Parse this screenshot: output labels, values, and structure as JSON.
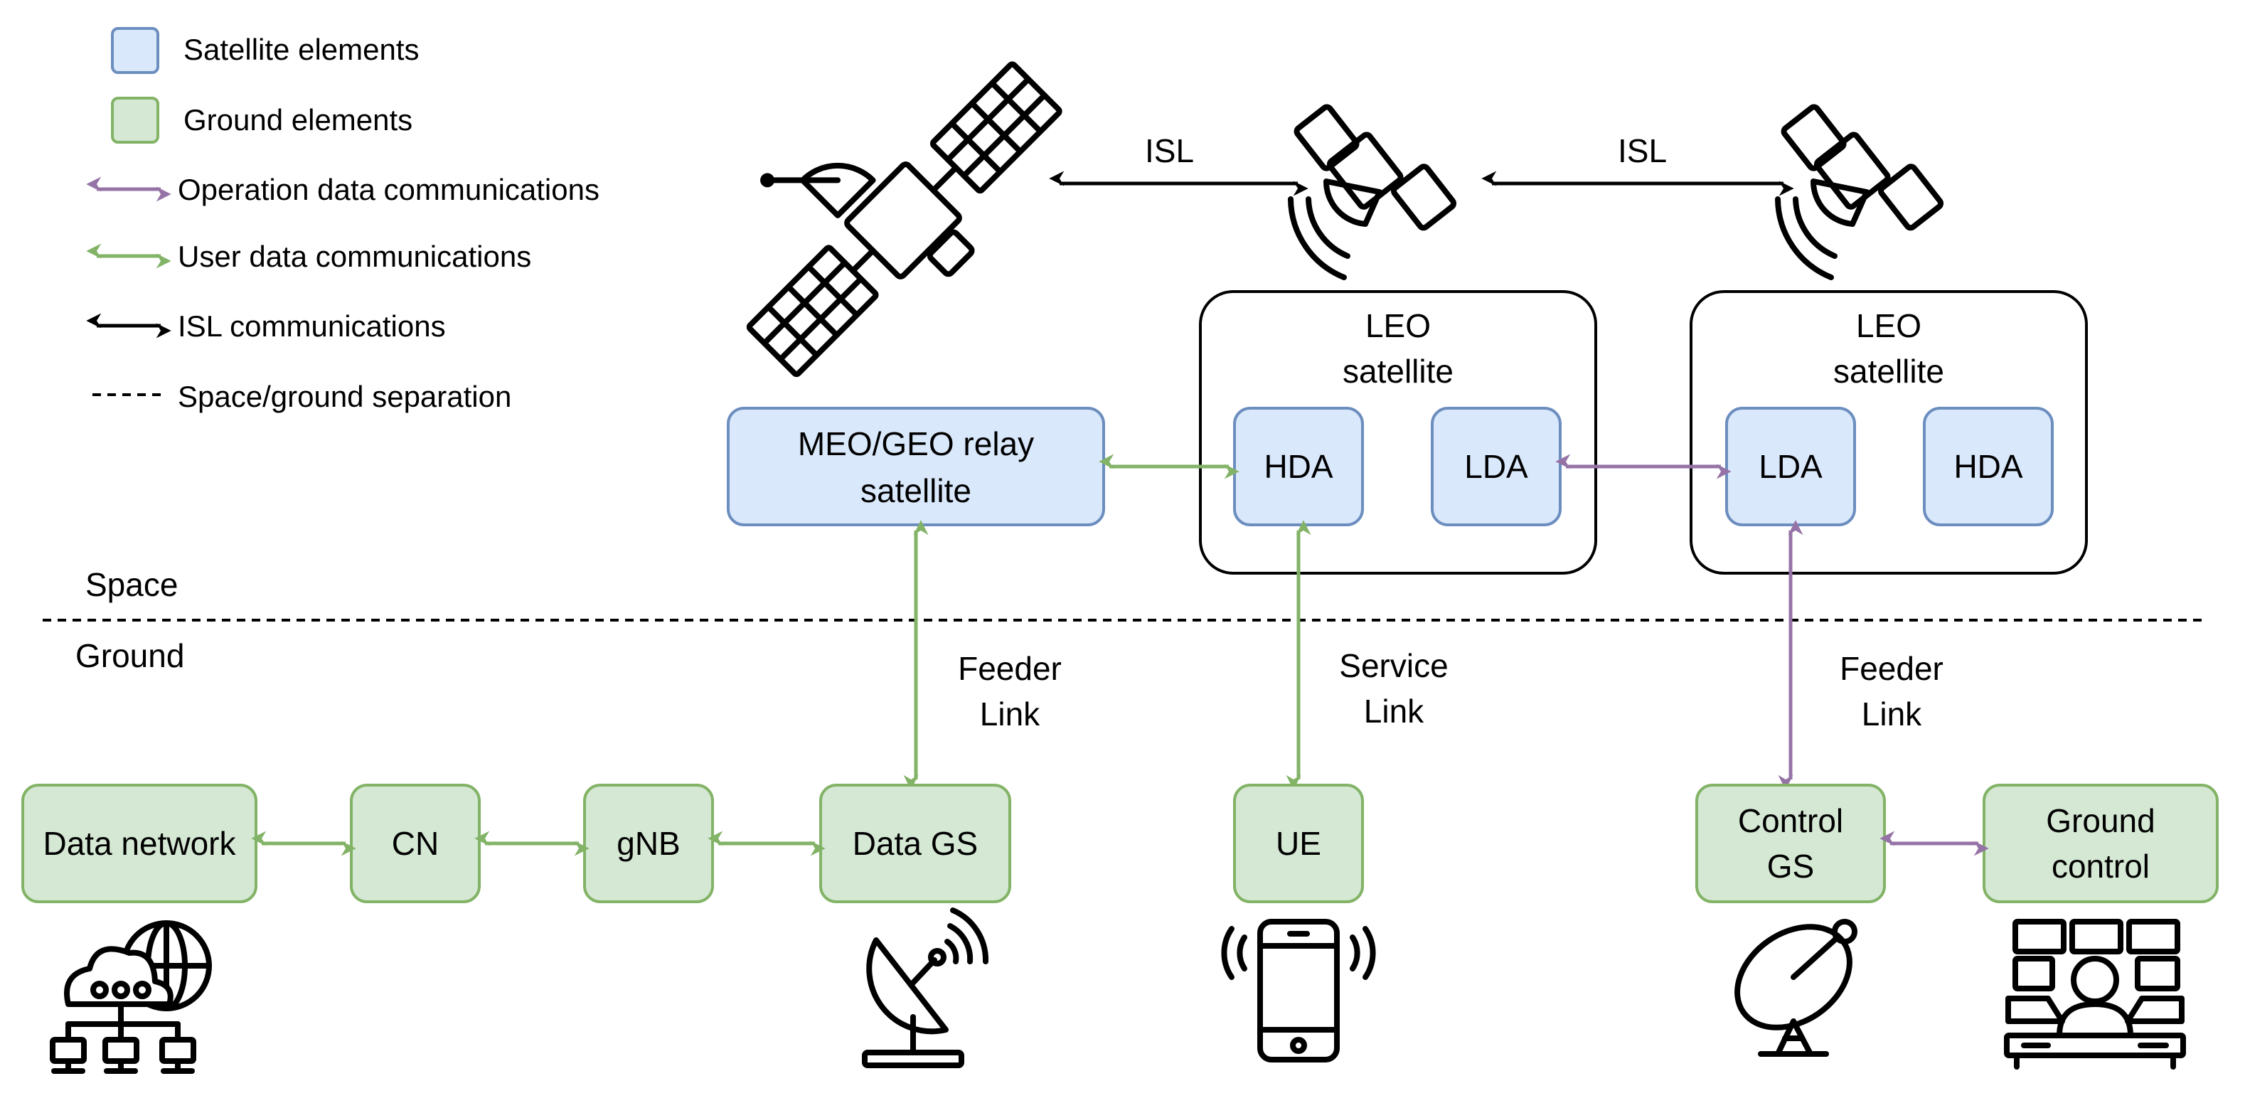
{
  "legend": {
    "satellite_elements": "Satellite elements",
    "ground_elements": "Ground elements",
    "operation_data": "Operation data communications",
    "user_data": "User data communications",
    "isl_comm": "ISL communications",
    "separation": "Space/ground separation"
  },
  "colors": {
    "satellite_fill": "#dae8fc",
    "satellite_stroke": "#6c8ebf",
    "ground_fill": "#d5e8d4",
    "ground_stroke": "#82b366",
    "operation_link": "#9673a6",
    "user_link": "#82b366",
    "isl_link": "#000000"
  },
  "regions": {
    "space": "Space",
    "ground": "Ground"
  },
  "links": {
    "isl_1": "ISL",
    "isl_2": "ISL",
    "feeder_data_1": "Feeder",
    "feeder_data_2": "Link",
    "service_1": "Service",
    "service_2": "Link",
    "feeder_ctrl_1": "Feeder",
    "feeder_ctrl_2": "Link"
  },
  "nodes": {
    "relay_1": "MEO/GEO relay",
    "relay_2": "satellite",
    "leo1_title_1": "LEO",
    "leo1_title_2": "satellite",
    "leo1_hda": "HDA",
    "leo1_lda": "LDA",
    "leo2_title_1": "LEO",
    "leo2_title_2": "satellite",
    "leo2_lda": "LDA",
    "leo2_hda": "HDA",
    "data_network": "Data network",
    "cn": "CN",
    "gnb": "gNB",
    "data_gs": "Data GS",
    "ue": "UE",
    "control_gs_1": "Control",
    "control_gs_2": "GS",
    "ground_control_1": "Ground",
    "ground_control_2": "control"
  },
  "icons": [
    "relay-satellite-icon",
    "leo-satellite-icon",
    "cloud-network-icon",
    "satellite-dish-icon",
    "smartphone-icon",
    "control-dish-icon",
    "control-room-icon"
  ]
}
